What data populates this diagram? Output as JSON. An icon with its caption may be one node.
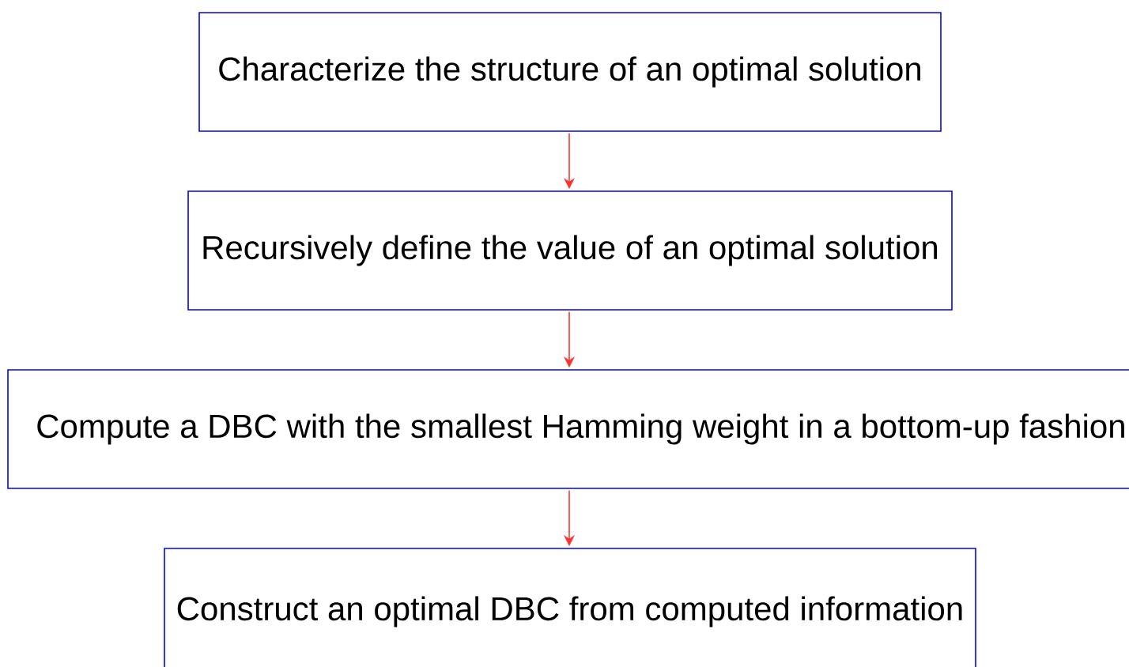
{
  "diagram": {
    "nodes": [
      {
        "text": [
          "Characterize the structure of an optimal solution"
        ]
      },
      {
        "text": [
          "Recursively define the value of an optimal solution"
        ]
      },
      {
        "text": [
          "Compute a DBC with the smallest Hamming weight in a bottom-up fashion"
        ]
      },
      {
        "text": [
          "Construct an optimal DBC from computed information"
        ]
      }
    ],
    "edges": [
      {
        "from": 0,
        "to": 1,
        "arrow": "to"
      },
      {
        "from": 1,
        "to": 2,
        "arrow": "to"
      },
      {
        "from": 2,
        "to": 3,
        "arrow": "to"
      }
    ]
  }
}
